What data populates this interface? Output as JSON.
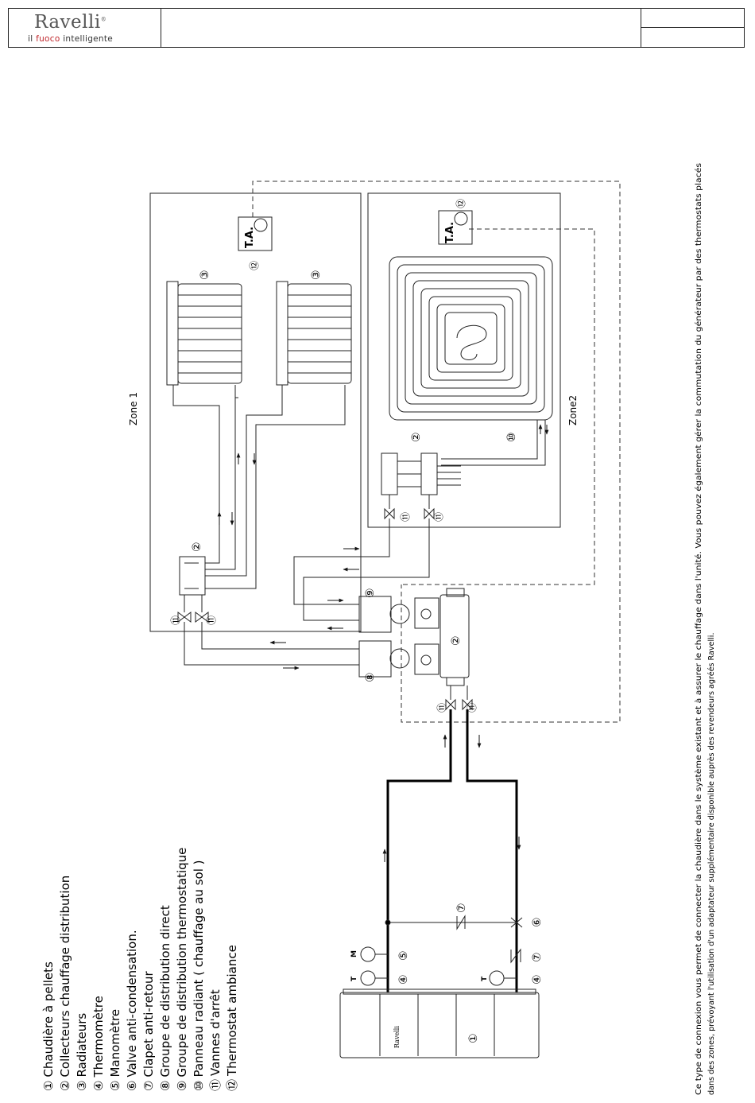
{
  "header": {
    "brand": "Ravelli",
    "brand_mark": "®",
    "tagline_part1": "il ",
    "tagline_accent": "fuoco",
    "tagline_part2": " intelligente"
  },
  "zones": {
    "zone1": "Zone 1",
    "zone2": "Zone2",
    "ta1": "T.A.",
    "ta2": "T.A."
  },
  "legend": [
    {
      "num": "①",
      "label": "Chaudière à pellets"
    },
    {
      "num": "②",
      "label": "Collecteurs chauffage distribution"
    },
    {
      "num": "③",
      "label": "Radiateurs"
    },
    {
      "num": "④",
      "label": "Thermomètre"
    },
    {
      "num": "⑤",
      "label": "Manomètre"
    },
    {
      "num": "⑥",
      "label": "Valve anti-condensation."
    },
    {
      "num": "⑦",
      "label": "Clapet anti-retour"
    },
    {
      "num": "⑧",
      "label": "Groupe de distribution direct"
    },
    {
      "num": "⑨",
      "label": "Groupe de distribution thermostatique"
    },
    {
      "num": "⑩",
      "label": "Panneau radiant ( chauffage au sol )"
    },
    {
      "num": "⑪",
      "label": "Vannes d'arrêt"
    },
    {
      "num": "⑫",
      "label": "Thermostat ambiance"
    }
  ],
  "note": {
    "line1": "Ce type de connexion vous permet de connecter la chaudière dans le système existant et à assurer le chauffage dans l'unité. Vous pouvez également gérer la commutation du générateur par des thermostats placés",
    "line2": "dans des zones, prévoyant l'utilisation d'un adaptateur supplémentaire disponible auprès des revendeurs agréés Ravelli."
  },
  "callouts": {
    "boiler": "①",
    "collector_zone1": "②",
    "collector_main": "②",
    "collector_zone2": "②",
    "radiator_a": "③",
    "radiator_b": "③",
    "thermo_a": "④",
    "thermo_b": "④",
    "mano": "⑤",
    "anticond": "⑥",
    "check_a": "⑦",
    "check_b": "⑦",
    "group_direct": "⑧",
    "group_thermo": "⑨",
    "floor_panel": "⑩",
    "valve": "⑪",
    "ta_num": "⑫",
    "t_letter": "T",
    "m_letter": "M",
    "boiler_brand": "Ravelli"
  },
  "colors": {
    "line": "#111111",
    "accent": "#c0282d",
    "pipe_thick": "#000000"
  }
}
